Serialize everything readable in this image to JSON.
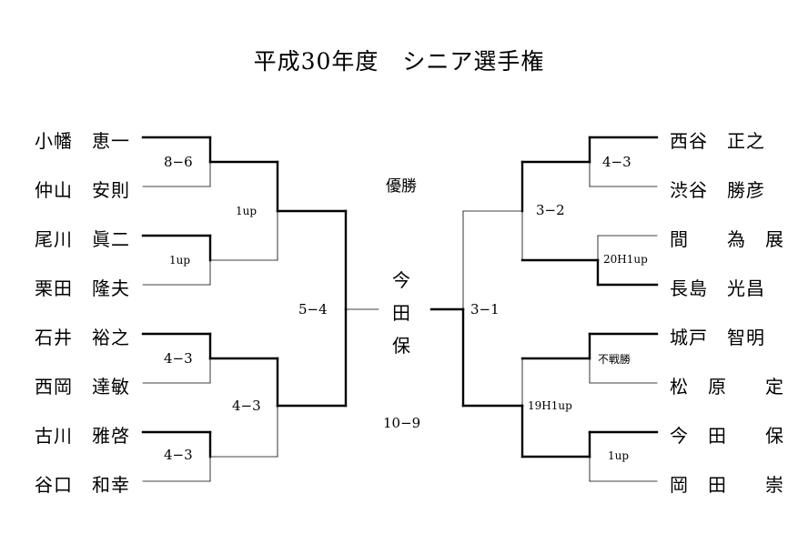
{
  "title": "平成30年度　シニア選手権",
  "winner_label": "優勝",
  "champion": [
    "今",
    "田",
    "保"
  ],
  "final_score": "10−9",
  "left_players": [
    "小幡　恵一",
    "仲山　安則",
    "尾川　眞二",
    "栗田　隆夫",
    "石井　裕之",
    "西岡　達敏",
    "古川　雅啓",
    "谷口　和幸"
  ],
  "right_players": [
    "西谷　正之",
    "渋谷　勝彦",
    "間　　為　展",
    "長島　光昌",
    "城戸　智明",
    "松　原　　定",
    "今　田　　保",
    "岡　田　　崇"
  ],
  "left_scores": {
    "r1": [
      "8−6",
      "1up",
      "4−3",
      "4−3"
    ],
    "r2": [
      "1up",
      "4−3"
    ],
    "r3": "5−4"
  },
  "right_scores": {
    "r1": [
      "4−3",
      "20H1up",
      "不戦勝",
      "1up"
    ],
    "r2": [
      "3−2",
      "19H1up"
    ],
    "r3": "3−1"
  }
}
